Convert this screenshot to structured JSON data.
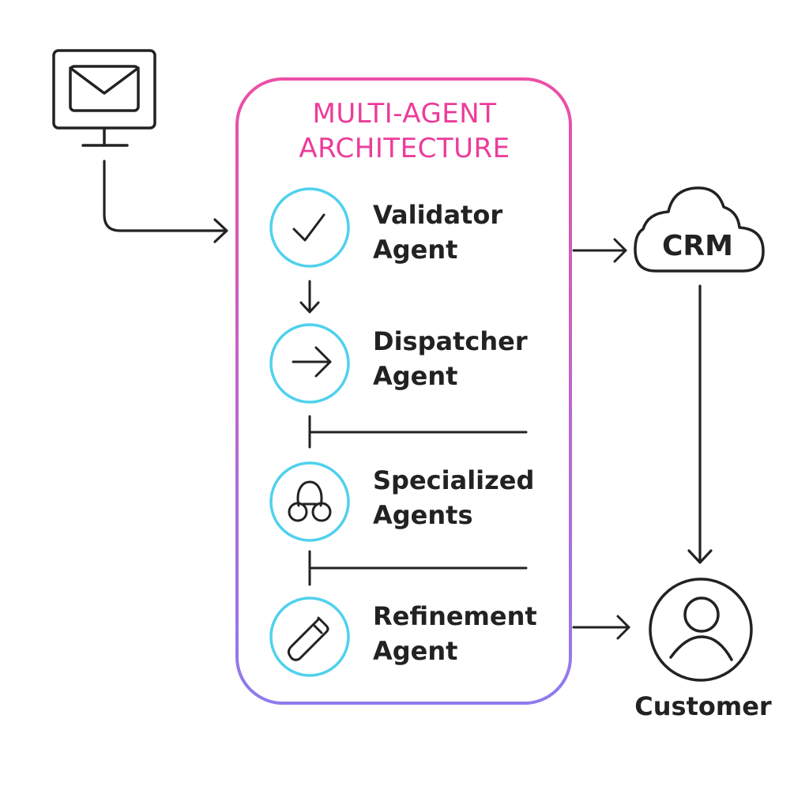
{
  "title": {
    "line1": "MULTI-AGENT",
    "line2": "ARCHITECTURE",
    "color": "#ec3c9a"
  },
  "container": {
    "gradient_top": "#ec4fa6",
    "gradient_bottom": "#8f7bee"
  },
  "agent_ring_color": "#4fd1ee",
  "agents": [
    {
      "name": "Validator Agent",
      "line1": "Validator",
      "line2": "Agent",
      "icon": "checkmark-icon"
    },
    {
      "name": "Dispatcher Agent",
      "line1": "Dispatcher",
      "line2": "Agent",
      "icon": "arrow-right-icon"
    },
    {
      "name": "Specialized Agents",
      "line1": "Specialized",
      "line2": "Agents",
      "icon": "network-nodes-icon"
    },
    {
      "name": "Refinement Agent",
      "line1": "Refinement",
      "line2": "Agent",
      "icon": "pencil-icon"
    }
  ],
  "source": {
    "icon": "email-monitor-icon"
  },
  "crm": {
    "label": "CRM",
    "icon": "cloud-icon"
  },
  "customer": {
    "label": "Customer",
    "icon": "user-icon"
  }
}
